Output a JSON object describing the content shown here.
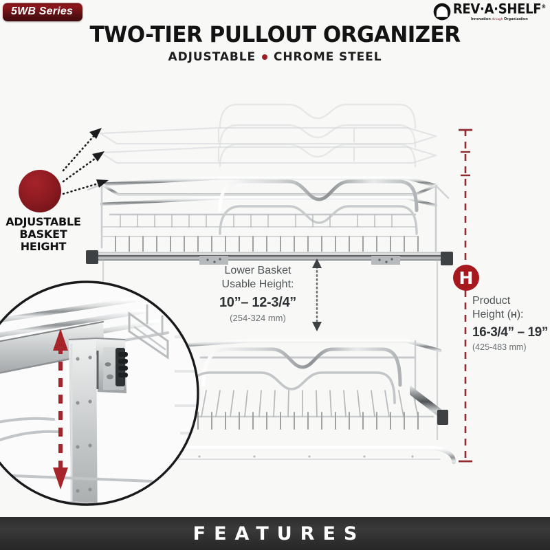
{
  "header": {
    "series_badge": "5WB Series",
    "title": "TWO-TIER PULLOUT ORGANIZER",
    "subtitle_left": "ADJUSTABLE",
    "subtitle_right": "CHROME STEEL",
    "separator_icon": "red-dot-icon"
  },
  "brand": {
    "name": "REV·A·SHELF",
    "registered": "®",
    "tagline_before": "Innovation",
    "tagline_italic": "through",
    "tagline_after": "Organization",
    "mark_icon": "rev-a-shelf-arch-logo-icon"
  },
  "callouts": {
    "adjustable": {
      "label_line1": "ADJUSTABLE",
      "label_line2": "BASKET",
      "label_line3": "HEIGHT",
      "badge_icon": "up-down-arrow-icon",
      "pointer_icon": "dotted-arrow-icon"
    },
    "lower_basket": {
      "line1": "Lower Basket",
      "line2": "Usable Height:",
      "value": "10”– 12-3/4”",
      "metric": "(254-324 mm)",
      "dimension_icon": "dotted-double-arrow-icon"
    },
    "product_height": {
      "badge": "H",
      "line1": "Product",
      "line2_prefix": "Height (",
      "line2_marker": "H",
      "line2_suffix": "):",
      "value": "16-3/4” – 19”",
      "metric": "(425-483 mm)",
      "dimension_icon": "dashed-dimension-line-icon"
    },
    "detail_zoom": {
      "icon": "magnified-detail-circle-icon",
      "arrow_icon": "red-dashed-double-arrow-icon"
    }
  },
  "product": {
    "illustration_icon": "two-tier-chrome-pullout-basket-icon",
    "ghost_positions_icon": "adjustable-shelf-ghost-positions-icon"
  },
  "footer": {
    "label": "FEATURES"
  },
  "colors": {
    "brand_red": "#a5191f",
    "badge_red_dark": "#5f1013",
    "dimension_red": "#8f2a2e",
    "footer_dark": "#2c2c2c",
    "background": "#f8f8f7",
    "text_dark": "#131313",
    "text_gray": "#4f5457"
  }
}
